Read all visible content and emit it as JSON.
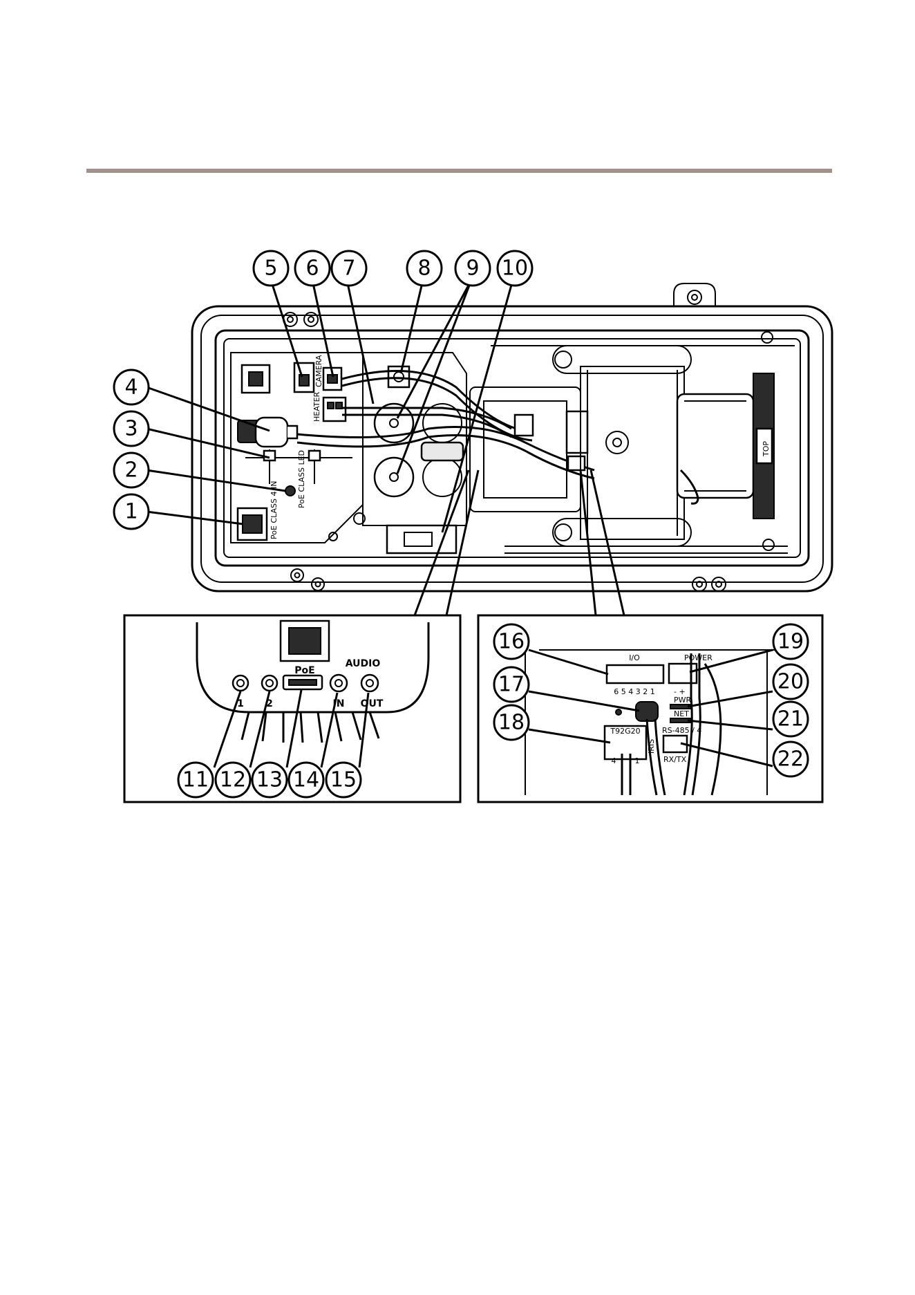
{
  "callouts": [
    {
      "num": "1"
    },
    {
      "num": "2"
    },
    {
      "num": "3"
    },
    {
      "num": "4"
    },
    {
      "num": "5"
    },
    {
      "num": "6"
    },
    {
      "num": "7"
    },
    {
      "num": "8"
    },
    {
      "num": "9"
    },
    {
      "num": "10"
    },
    {
      "num": "11"
    },
    {
      "num": "12"
    },
    {
      "num": "13"
    },
    {
      "num": "14"
    },
    {
      "num": "15"
    },
    {
      "num": "16"
    },
    {
      "num": "17"
    },
    {
      "num": "18"
    },
    {
      "num": "19"
    },
    {
      "num": "20"
    },
    {
      "num": "21"
    },
    {
      "num": "22"
    }
  ],
  "labels": {
    "camera": "CAMERA",
    "heater": "HEATER",
    "poe_class_led": "PoE CLASS LED",
    "poe_class_4_in": "PoE CLASS 4 IN",
    "top": "TOP",
    "poe": "PoE",
    "audio": "AUDIO",
    "audio_in": "IN",
    "audio_out": "OUT",
    "jack_1": "1",
    "jack_2": "2",
    "io": "I/O",
    "io_pins": "6 5 4 3 2 1",
    "power": "POWER",
    "power_pol": "-   +",
    "pwr": "PWR",
    "net": "NET",
    "rs485": "RS-485 / 4",
    "rxtx": "RX/TX",
    "iris": "IRIS",
    "t92g20": "T92G20",
    "t92_pins_left": "4",
    "t92_pins_right": "1"
  }
}
